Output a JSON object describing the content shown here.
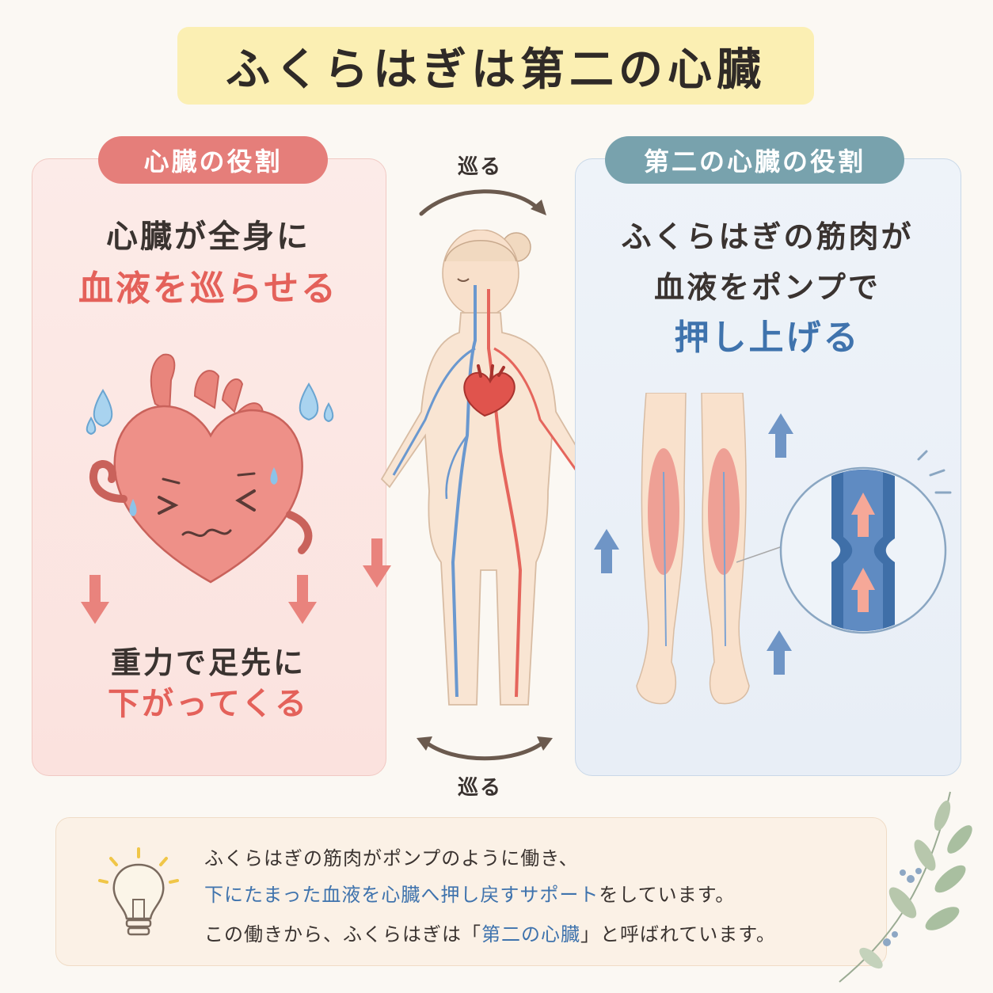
{
  "title": "ふくらはぎは第二の心臓",
  "left_panel": {
    "label": "心臓の役割",
    "line1": "心臓が全身に",
    "line2": "血液を巡らせる",
    "line3": "重力で足先に",
    "line4": "下がってくる"
  },
  "center": {
    "top_label": "巡る",
    "bottom_label": "巡る"
  },
  "right_panel": {
    "label": "第二の心臓の役割",
    "line1": "ふくらはぎの筋肉が",
    "line2": "血液をポンプで",
    "line3": "押し上げる"
  },
  "info": {
    "line1": "ふくらはぎの筋肉がポンプのように働き、",
    "line2_highlight": "下にたまった血液を心臓へ押し戻すサポート",
    "line2_rest": "をしています。",
    "line3_pre": "この働きから、ふくらはぎは「",
    "line3_highlight": "第二の心臓",
    "line3_post": "」と呼ばれています。"
  },
  "colors": {
    "title_bg": "#fbefb3",
    "heart_red": "#e4615a",
    "vein_blue": "#3f73ad",
    "left_pill": "#e57e7a",
    "right_pill": "#78a2ad"
  },
  "icons": [
    "heart-character-icon",
    "sweat-drop-icon",
    "down-arrow-icon",
    "up-arrow-icon",
    "human-body-icon",
    "legs-icon",
    "vein-closeup-icon",
    "lightbulb-icon",
    "leaf-branch-icon",
    "curved-arrow-icon"
  ]
}
